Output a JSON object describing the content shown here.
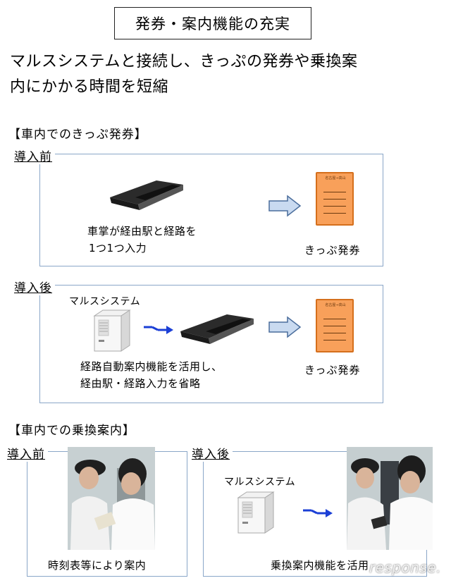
{
  "header": {
    "title": "発券・案内機能の充実",
    "lead_line1": "マルスシステムと接続し、きっぷの発券や乗換案",
    "lead_line2": "内にかかる時間を短縮"
  },
  "ticket_section": {
    "heading": "【車内でのきっぷ発券】",
    "before": {
      "label": "導入前",
      "desc_line1": "車掌が経由駅と経路を",
      "desc_line2": "1つ1つ入力",
      "ticket_label": "きっぷ発券",
      "ticket_route": "名古屋⇒高山"
    },
    "after": {
      "label": "導入後",
      "system_label": "マルスシステム",
      "desc_line1": "経路自動案内機能を活用し、",
      "desc_line2": "経由駅・経路入力を省略",
      "ticket_label": "きっぷ発券",
      "ticket_route": "名古屋⇒高山"
    }
  },
  "transfer_section": {
    "heading": "【車内での乗換案内】",
    "before": {
      "label": "導入前",
      "caption": "時刻表等により案内"
    },
    "after": {
      "label": "導入後",
      "system_label": "マルスシステム",
      "caption": "乗換案内機能を活用"
    }
  },
  "watermark": "response.",
  "colors": {
    "panel_border": "#8aa6c8",
    "ticket_fill": "#f8a05a",
    "ticket_border": "#d56f1c",
    "arrow_fill": "#c9daf0",
    "arrow_stroke": "#4a6d9c",
    "signal_arrow": "#1b3fd6"
  }
}
